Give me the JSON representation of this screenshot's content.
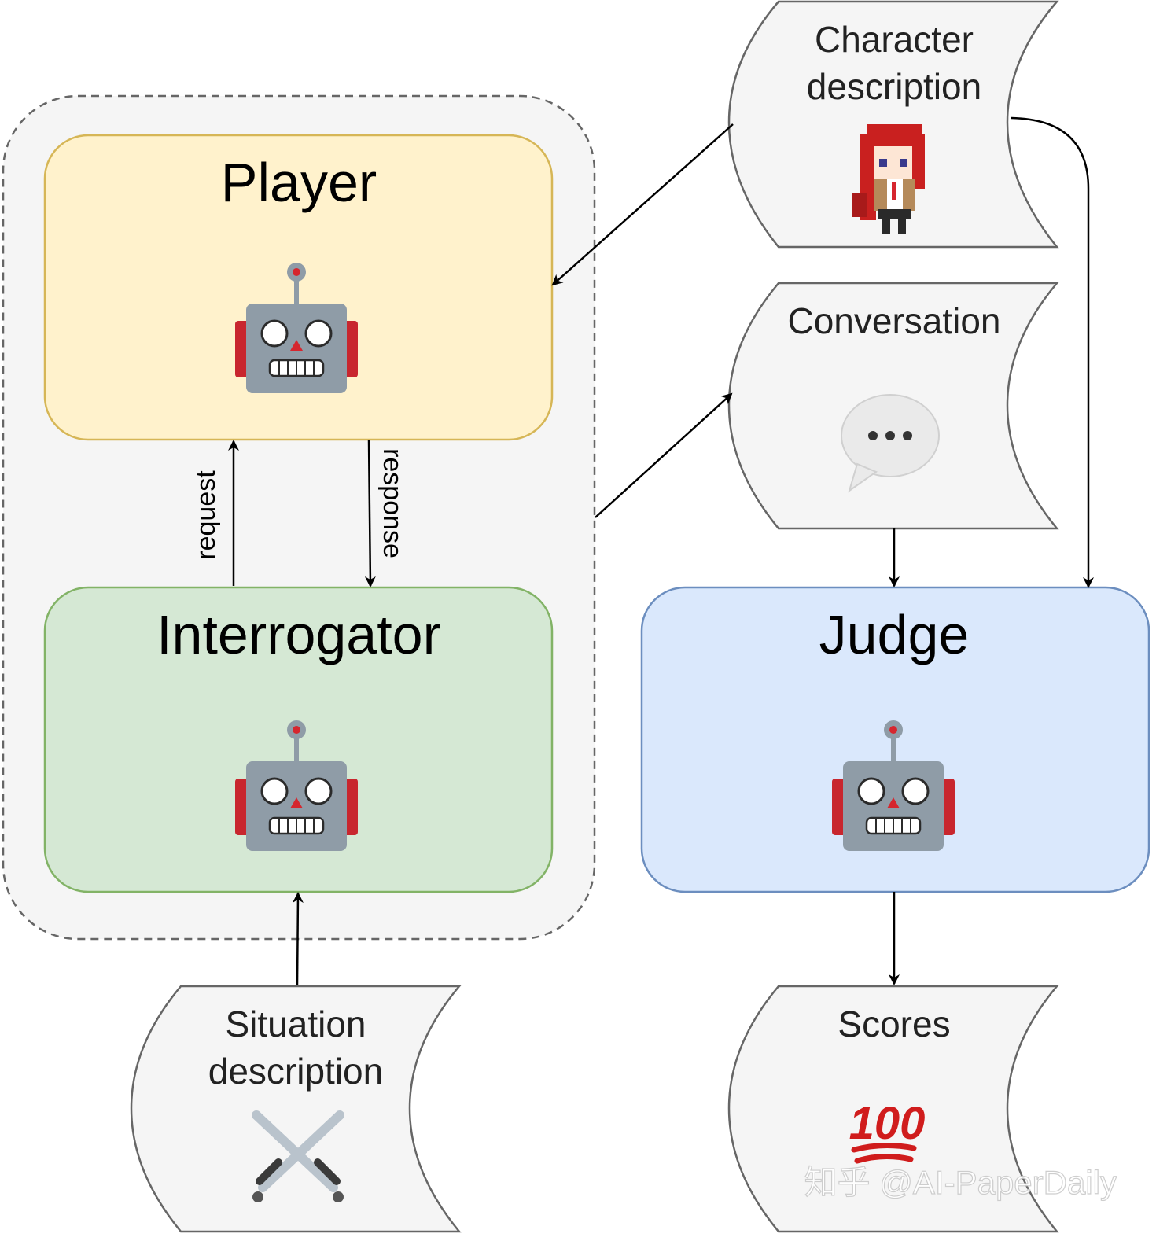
{
  "nodes": {
    "player": {
      "title": "Player",
      "icon": "robot-icon",
      "fill": "#fff2cc",
      "stroke": "#d6b656"
    },
    "interrogator": {
      "title": "Interrogator",
      "icon": "robot-icon",
      "fill": "#d5e8d4",
      "stroke": "#82b366"
    },
    "judge": {
      "title": "Judge",
      "icon": "robot-icon",
      "fill": "#dae8fc",
      "stroke": "#6c8ebf"
    }
  },
  "documents": {
    "character": {
      "line1": "Character",
      "line2": "description",
      "icon": "pixel-character-icon"
    },
    "conversation": {
      "line1": "Conversation",
      "icon": "speech-bubble-icon"
    },
    "situation": {
      "line1": "Situation",
      "line2": "description",
      "icon": "crossed-swords-icon"
    },
    "scores": {
      "line1": "Scores",
      "icon": "hundred-points-icon",
      "icon_text": "100"
    }
  },
  "edges": {
    "request": "request",
    "response": "response"
  },
  "watermark": "知乎 @AI-PaperDaily"
}
